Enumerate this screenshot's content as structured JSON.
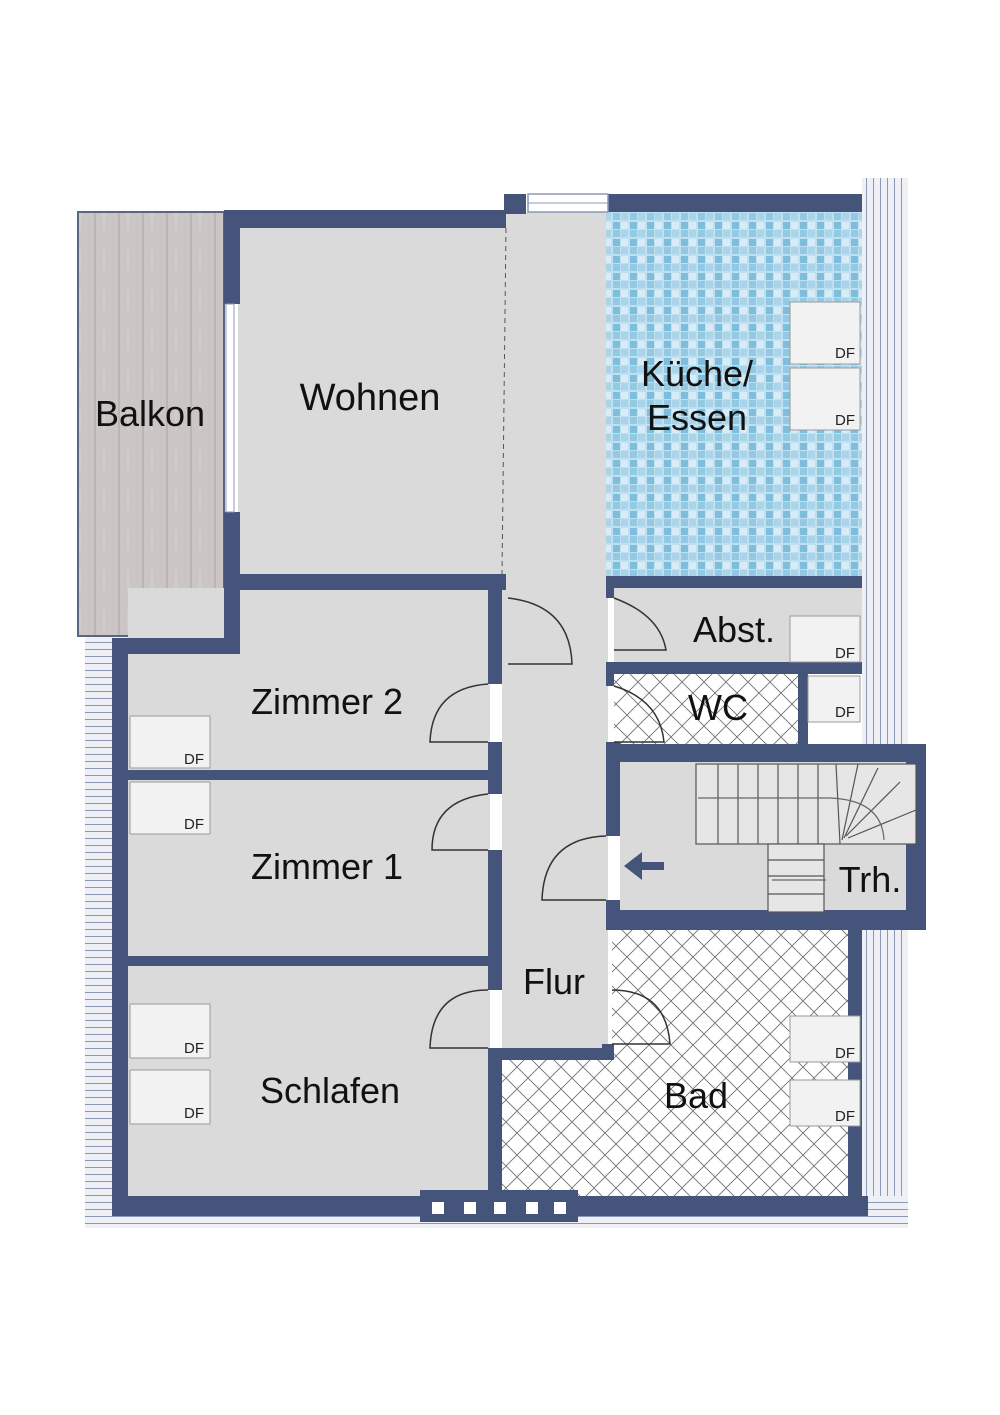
{
  "rooms": {
    "balkon": "Balkon",
    "wohnen": "Wohnen",
    "kueche_line1": "Küche/",
    "kueche_line2": "Essen",
    "abst": "Abst.",
    "wc": "WC",
    "zimmer2": "Zimmer 2",
    "zimmer1": "Zimmer 1",
    "treppenhaus": "Trh.",
    "flur": "Flur",
    "schlafen": "Schlafen",
    "bad": "Bad"
  },
  "window_mark": "DF",
  "colors": {
    "wall": "#44547a",
    "floor": "#dadada",
    "balcony": "#c9c4c3",
    "kitchen_tile": "#8cc2de",
    "slope": "#e8eaf2",
    "background": "#ffffff"
  },
  "icons": {
    "entrance": "arrow-left-icon"
  }
}
